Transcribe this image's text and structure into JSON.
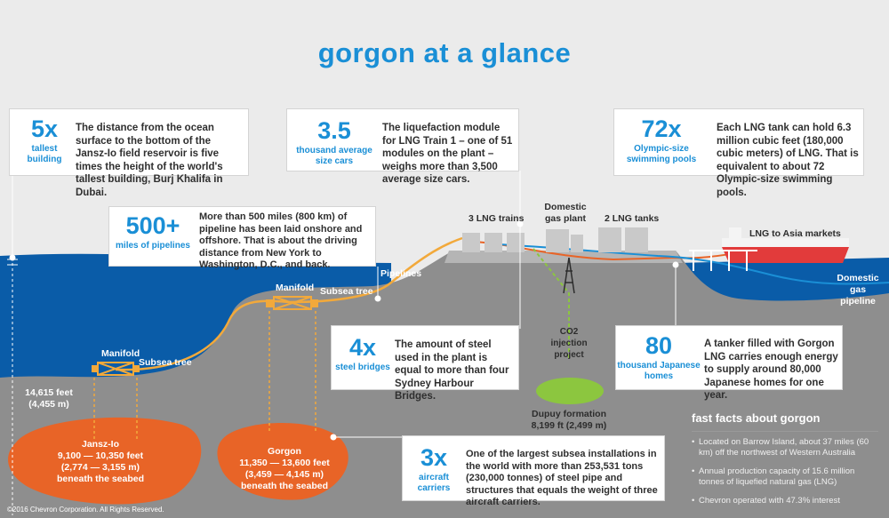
{
  "title": "gorgon at a glance",
  "cards": {
    "tallest": {
      "big": "5x",
      "sub": "tallest building",
      "text": "The distance from the ocean surface to the bottom of the Jansz-Io field reservoir is five times the height of the world's tallest building, Burj Khalifa in Dubai."
    },
    "cars": {
      "big": "3.5",
      "sub": "thousand average size cars",
      "text": "The liquefaction module for LNG Train 1 – one of 51 modules on the plant – weighs more than 3,500 average size cars."
    },
    "pools": {
      "big": "72x",
      "sub": "Olympic-size swimming pools",
      "text": "Each LNG tank can hold 6.3 million cubic feet (180,000 cubic meters) of LNG. That is equivalent to about 72 Olympic-size swimming pools."
    },
    "pipelines": {
      "big": "500+",
      "sub": "miles of pipelines",
      "text": "More than 500 miles (800 km) of pipeline has been laid onshore and offshore. That is about the driving distance from New York to Washington, D.C., and back."
    },
    "bridges": {
      "big": "4x",
      "sub": "steel bridges",
      "text": "The amount of steel used in the plant is equal to more than four Sydney Harbour Bridges."
    },
    "homes": {
      "big": "80",
      "sub": "thousand Japanese homes",
      "text": "A tanker filled with Gorgon LNG carries enough energy to supply around 80,000 Japanese homes for one year."
    },
    "carriers": {
      "big": "3x",
      "sub": "aircraft carriers",
      "text": "One of the largest subsea installations in the world with more than 253,531 tons (230,000 tonnes) of steel pipe and structures that equals the weight of three aircraft carriers."
    }
  },
  "labels": {
    "lng_trains": "3 LNG trains",
    "domestic_gas_plant": "Domestic gas plant",
    "lng_tanks": "2 LNG tanks",
    "lng_asia": "LNG to Asia markets",
    "pipelines": "Pipelines",
    "domestic_gas_pipeline": "Domestic gas pipeline",
    "manifold_upper": "Manifold",
    "subsea_tree_upper": "Subsea tree",
    "manifold_lower": "Manifold",
    "subsea_tree_lower": "Subsea tree",
    "depth": "14,615 feet (4,455 m)",
    "co2_project": "CO2 injection project",
    "dupuy": "Dupuy formation 8,199 ft (2,499 m)",
    "jansz_name": "Jansz-Io",
    "jansz_depth": "9,100 — 10,350 feet (2,774 — 3,155 m) beneath the seabed",
    "gorgon_name": "Gorgon",
    "gorgon_depth": "11,350 — 13,600 feet (3,459 — 4,145 m) beneath the seabed"
  },
  "facts": {
    "title": "fast facts about gorgon",
    "items": [
      "Located on Barrow Island, about 37 miles (60 km) off the northwest of Western Australia",
      "Annual production capacity of 15.6 million tonnes of liquefied natural gas (LNG)",
      "Chevron operated with 47.3% interest"
    ]
  },
  "copyright": "©2016 Chevron Corporation. All Rights Reserved.",
  "colors": {
    "accent_blue": "#1a8fd6",
    "ocean": "#0a5ca8",
    "ground": "#8e8e8e",
    "reservoir": "#e86427",
    "co2": "#8cc63f",
    "pipeline": "#f2a93b"
  }
}
